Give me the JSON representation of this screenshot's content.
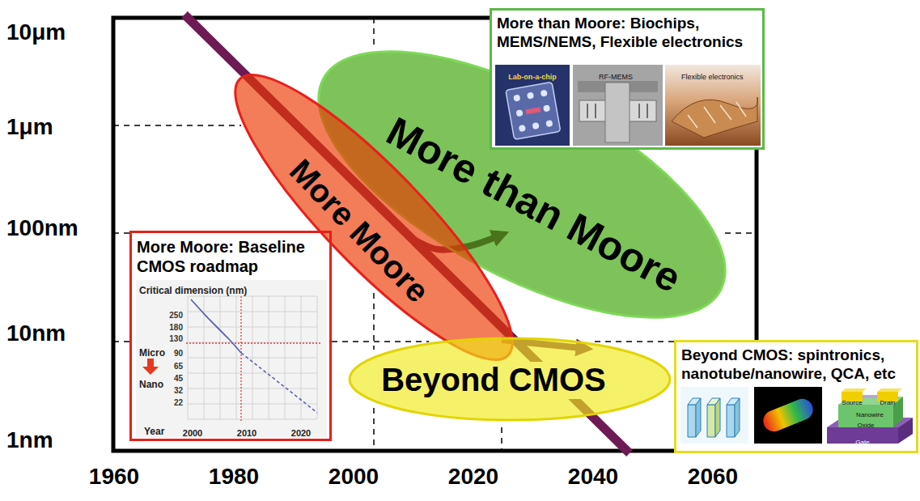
{
  "diagram": {
    "nodes": [
      {
        "text": [
          "More than Moore: Biochips, MEMS/NEMS, Flexible electronics"
        ]
      },
      {
        "text": [
          "More than Moore"
        ]
      },
      {
        "text": [
          "More Moore"
        ]
      },
      {
        "text": [
          "More Moore: Baseline CMOS roadmap"
        ]
      },
      {
        "text": [
          "Beyond CMOS"
        ]
      },
      {
        "text": [
          "Beyond CMOS: spintronics, nanotube/nanowire, QCA, etc"
        ]
      }
    ],
    "edges": [
      {
        "from": 2,
        "to": 1,
        "arrow": "to"
      },
      {
        "from": 2,
        "to": 4,
        "arrow": "to"
      }
    ],
    "labels": [
      "10μm",
      "1μm",
      "100nm",
      "10nm",
      "1nm",
      "1960",
      "1980",
      "2000",
      "2020",
      "2040",
      "2060",
      "Critical dimension (nm)",
      "250",
      "180",
      "130",
      "90",
      "65",
      "45",
      "32",
      "22",
      "Micro",
      "Nano",
      "Year",
      "2000",
      "2010",
      "2020",
      "Lab-on-a-chip",
      "RF-MEMS",
      "Flexible electronics",
      "Source",
      "Drain",
      "Nanowire",
      "Oxide",
      "Gate"
    ]
  }
}
